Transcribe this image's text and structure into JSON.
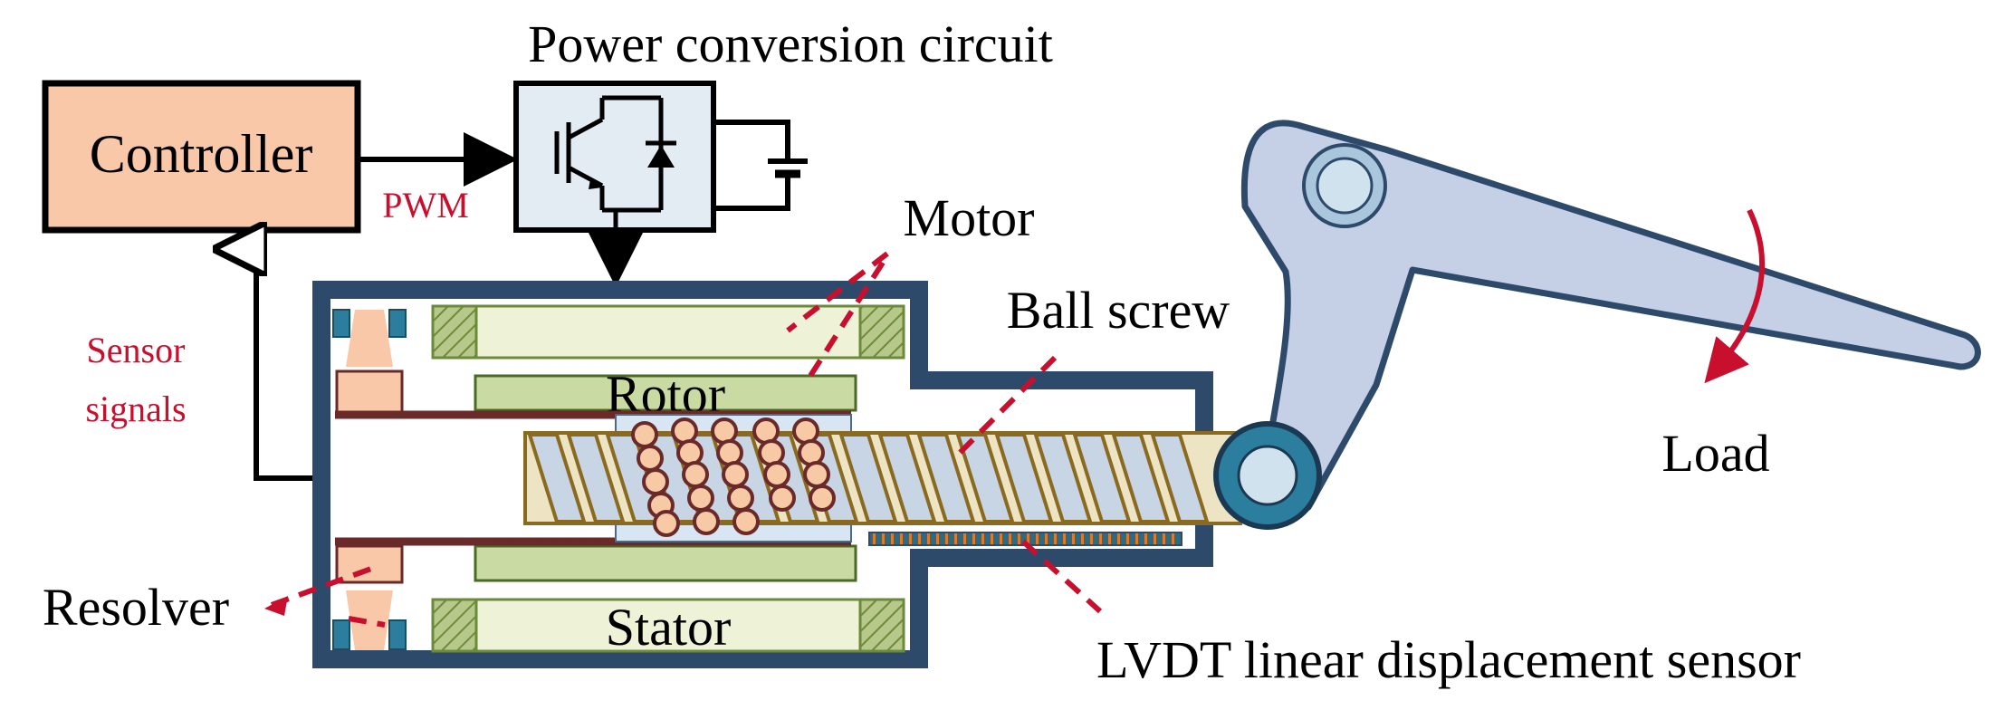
{
  "diagram": {
    "title": "Power conversion circuit",
    "blocks": {
      "controller": "Controller"
    },
    "signals": {
      "pwm": "PWM",
      "sensor_line1": "Sensor",
      "sensor_line2": "signals"
    },
    "components": {
      "motor": "Motor",
      "ball_screw": "Ball screw",
      "rotor": "Rotor",
      "stator": "Stator",
      "resolver": "Resolver",
      "lvdt": "LVDT linear displacement sensor",
      "load": "Load"
    },
    "colors": {
      "controller_fill": "#f8c8a8",
      "housing": "#2e4a6b",
      "stator_fill": "#eef3d8",
      "rotor_fill": "#c9dba2",
      "screw_fill": "#c8d5e4",
      "ball_fill": "#f7c9a4",
      "load_fill": "#c5cfe5",
      "accent_red": "#c8102e",
      "pivot_fill": "#2b7e9e"
    }
  }
}
